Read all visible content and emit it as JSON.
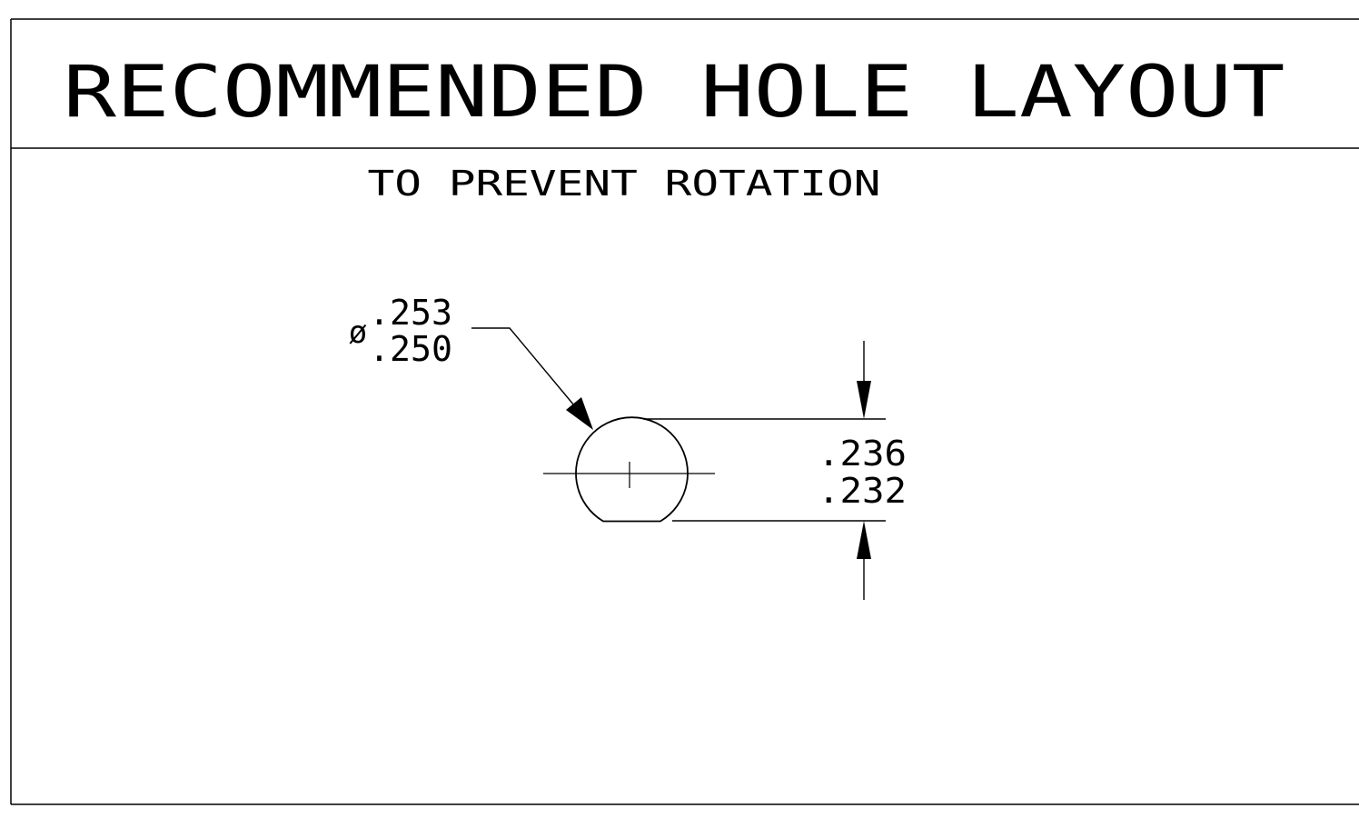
{
  "title": "RECOMMENDED HOLE LAYOUT",
  "subtitle": "TO PREVENT ROTATION",
  "diameter": {
    "symbol": "ø",
    "upper": ".253",
    "lower": ".250"
  },
  "flat_height": {
    "upper": ".236",
    "lower": ".232"
  },
  "colors": {
    "line": "#000000",
    "background": "#ffffff"
  }
}
